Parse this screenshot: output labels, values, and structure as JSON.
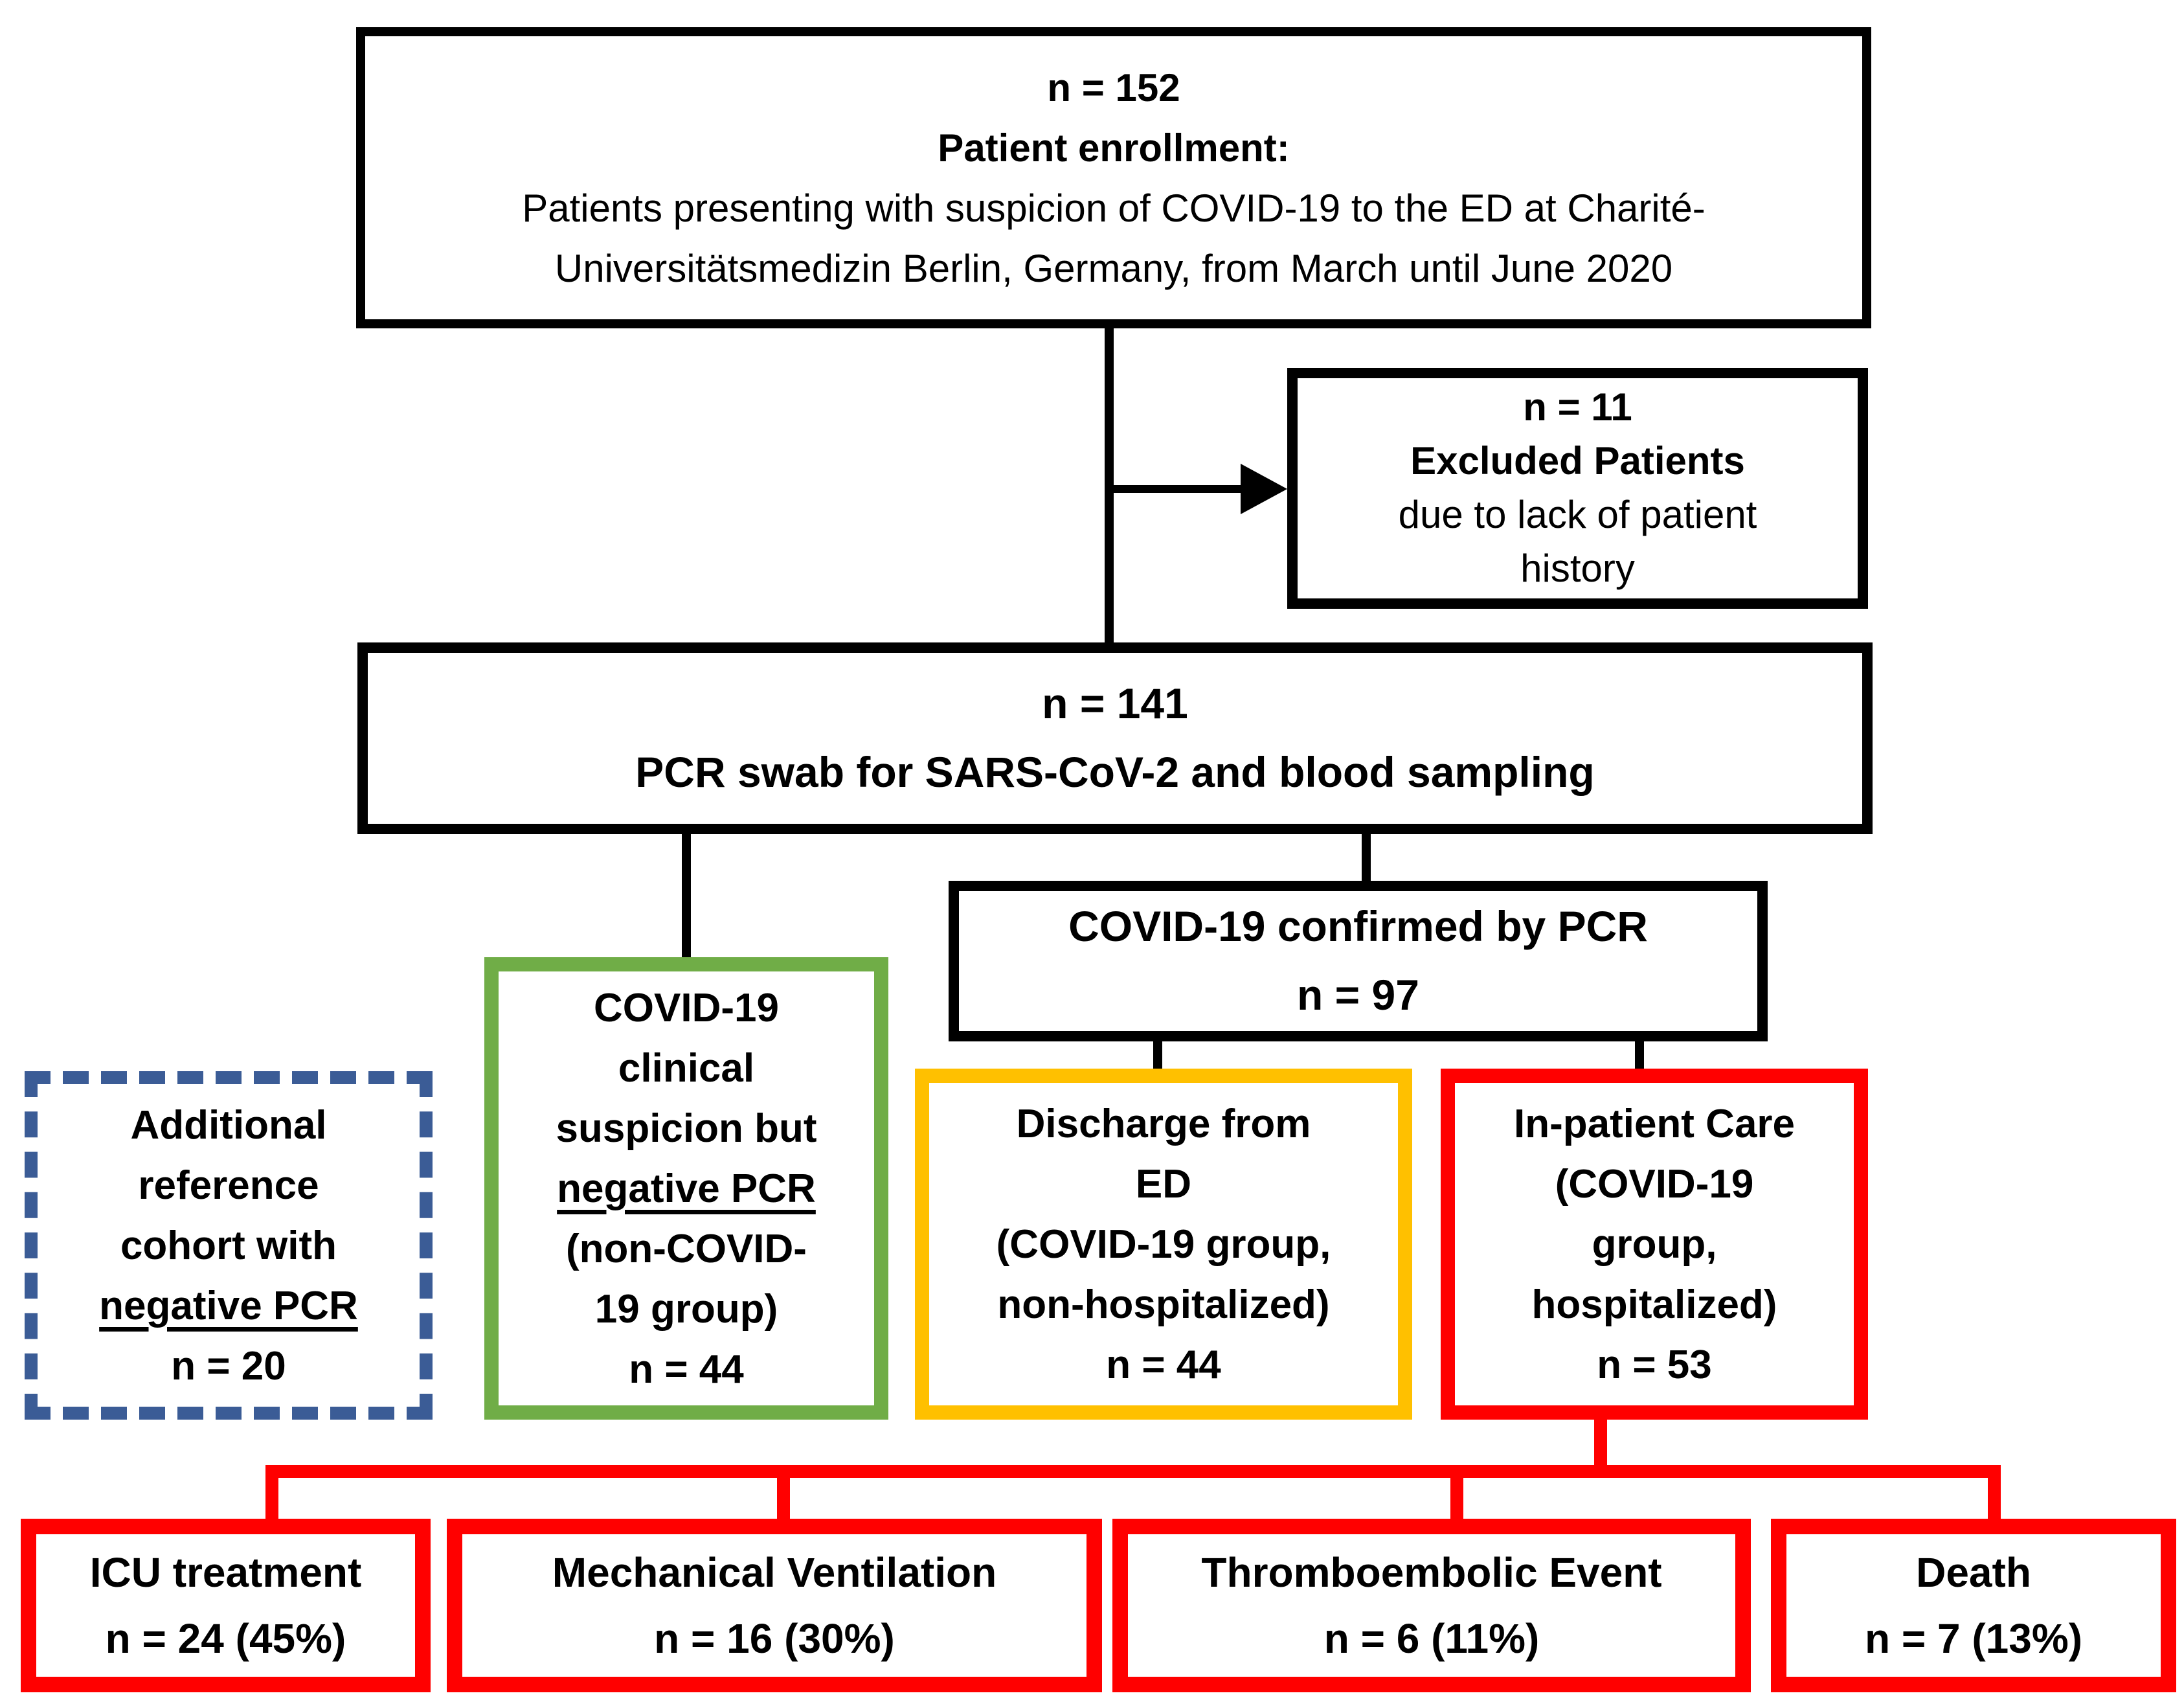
{
  "figure": {
    "type": "patient-enrollment-flowchart",
    "colors": {
      "black": "#000000",
      "green": "#70AD47",
      "yellow": "#FFC000",
      "red": "#FF0000",
      "blue_dashed": "#3B5C96",
      "text": "#000000",
      "background": "#FFFFFF"
    }
  },
  "boxes": {
    "enrollment": {
      "n": "n = 152",
      "lines": [
        {
          "text": "n = 152",
          "bold": true
        },
        {
          "text": "Patient enrollment:",
          "bold": true
        },
        {
          "text": "Patients presenting with suspicion of COVID-19 to the ED at Charité-",
          "bold": false
        },
        {
          "text": "Universitätsmedizin Berlin, Germany, from March until June 2020",
          "bold": false
        }
      ]
    },
    "excluded": {
      "n": "n = 11",
      "lines": [
        {
          "text": "n = 11",
          "bold": true
        },
        {
          "text": "Excluded Patients",
          "bold": true
        },
        {
          "text": "due to lack of patient",
          "bold": false
        },
        {
          "text": "history",
          "bold": false
        }
      ]
    },
    "pcr_swab": {
      "n": "n = 141",
      "lines": [
        {
          "text": "n = 141",
          "bold": true
        },
        {
          "text": "PCR swab for SARS-CoV-2 and blood sampling",
          "bold": true
        }
      ]
    },
    "covid_confirmed": {
      "n": "n = 97",
      "lines": [
        {
          "text": "COVID-19 confirmed by PCR",
          "bold": true
        },
        {
          "text": "n = 97",
          "bold": true
        }
      ]
    },
    "non_covid": {
      "n": "n = 44",
      "lines": [
        {
          "text": "COVID-19",
          "bold": true
        },
        {
          "text": "clinical",
          "bold": true
        },
        {
          "text": "suspicion but",
          "bold": true
        },
        {
          "text": "negative PCR",
          "bold": true,
          "underline": true
        },
        {
          "text": "(non-COVID-",
          "bold": true
        },
        {
          "text": "19 group)",
          "bold": true
        },
        {
          "text": "n = 44",
          "bold": true
        }
      ]
    },
    "reference_cohort": {
      "n": "n = 20",
      "lines": [
        {
          "text": "Additional",
          "bold": true
        },
        {
          "text": "reference",
          "bold": true
        },
        {
          "text": "cohort with",
          "bold": true
        },
        {
          "text": "negative PCR",
          "bold": true,
          "underline": true
        },
        {
          "text": "n = 20",
          "bold": true
        }
      ]
    },
    "discharged": {
      "n": "n = 44",
      "lines": [
        {
          "text": "Discharge from",
          "bold": true
        },
        {
          "text": "ED",
          "bold": true
        },
        {
          "text": "(COVID-19 group,",
          "bold": true
        },
        {
          "text": "non-hospitalized)",
          "bold": true
        },
        {
          "text": "n = 44",
          "bold": true
        }
      ]
    },
    "inpatient": {
      "n": "n = 53",
      "lines": [
        {
          "text": "In-patient Care",
          "bold": true
        },
        {
          "text": "(COVID-19",
          "bold": true
        },
        {
          "text": "group,",
          "bold": true
        },
        {
          "text": "hospitalized)",
          "bold": true
        },
        {
          "text": "n = 53",
          "bold": true
        }
      ]
    },
    "icu": {
      "n": "n = 24 (45%)",
      "lines": [
        {
          "text": "ICU treatment",
          "bold": true
        },
        {
          "text": "n = 24 (45%)",
          "bold": true
        }
      ]
    },
    "ventilation": {
      "n": "n = 16 (30%)",
      "lines": [
        {
          "text": "Mechanical Ventilation",
          "bold": true
        },
        {
          "text": "n = 16 (30%)",
          "bold": true
        }
      ]
    },
    "thromboembolic": {
      "n": "n = 6 (11%)",
      "lines": [
        {
          "text": "Thromboembolic Event",
          "bold": true
        },
        {
          "text": "n = 6 (11%)",
          "bold": true
        }
      ]
    },
    "death": {
      "n": "n = 7 (13%)",
      "lines": [
        {
          "text": "Death",
          "bold": true
        },
        {
          "text": "n = 7 (13%)",
          "bold": true
        }
      ]
    }
  }
}
